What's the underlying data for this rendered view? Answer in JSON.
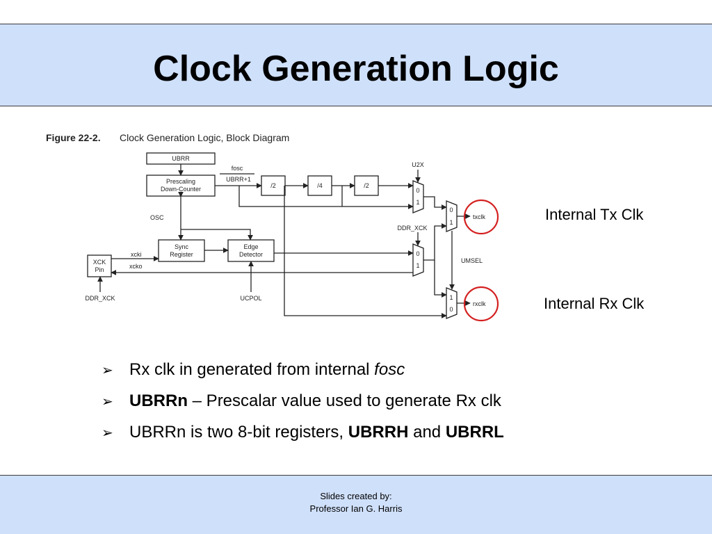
{
  "slide": {
    "title": "Clock Generation Logic"
  },
  "figure": {
    "caption_number": "Figure 22-2.",
    "caption_text": "Clock Generation Logic, Block Diagram",
    "blocks": {
      "ubrr": "UBRR",
      "prescaler_line1": "Prescaling",
      "prescaler_line2": "Down-Counter",
      "div2_a": "/2",
      "div4": "/4",
      "div2_b": "/2",
      "sync_line1": "Sync",
      "sync_line2": "Register",
      "edge_line1": "Edge",
      "edge_line2": "Detector",
      "xck_line1": "XCK",
      "xck_line2": "Pin"
    },
    "signals": {
      "fosc": "fosc",
      "ubrr_plus1": "UBRR+1",
      "u2x": "U2X",
      "osc": "OSC",
      "ddr_xck_mid": "DDR_XCK",
      "xcki": "xcki",
      "xcko": "xcko",
      "umsel": "UMSEL",
      "ddr_xck_bottom": "DDR_XCK",
      "ucpol": "UCPOL",
      "txclk": "txclk",
      "rxclk": "rxclk"
    },
    "mux_inputs": {
      "m1_top": "0",
      "m1_bottom": "1",
      "m2_top": "0",
      "m2_bottom": "1",
      "m3_top": "0",
      "m3_bottom": "1",
      "m4_top": "1",
      "m4_bottom": "0"
    },
    "highlight_color": "#d42020"
  },
  "labels": {
    "internal_tx": "Internal Tx Clk",
    "internal_rx": "Internal Rx Clk"
  },
  "bullets": [
    {
      "marker": "➢",
      "text_plain": "Rx clk in generated from internal ",
      "text_italic": "fosc"
    },
    {
      "marker": "➢",
      "text_bold": "UBRRn",
      "text_plain": " – Prescalar value used to generate Rx clk"
    },
    {
      "marker": "➢",
      "text_plain_1": "UBRRn is two 8-bit registers, ",
      "text_bold_1": "UBRRH",
      "text_plain_2": " and ",
      "text_bold_2": "UBRRL"
    }
  ],
  "footer": {
    "line1": "Slides created by:",
    "line2": "Professor Ian G. Harris"
  },
  "colors": {
    "band_background": "#cfe0fa",
    "border": "#3a3a3a"
  }
}
